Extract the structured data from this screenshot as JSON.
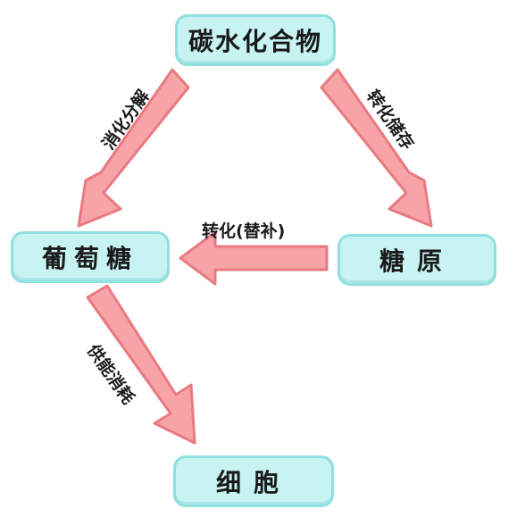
{
  "nodes": {
    "carbohydrate": "碳水化合物",
    "glucose": "葡萄糖",
    "glycogen": "糖原",
    "cell": "细胞"
  },
  "edges": {
    "digest": "消化分解",
    "store": "转化储存",
    "convert": "转化(替补)",
    "supply": "供能消耗"
  },
  "colors": {
    "node_fill": "#c8f3f3",
    "node_border": "#8fe0e0",
    "arrow_fill": "#f7a3a8",
    "arrow_border": "#e97a82"
  }
}
